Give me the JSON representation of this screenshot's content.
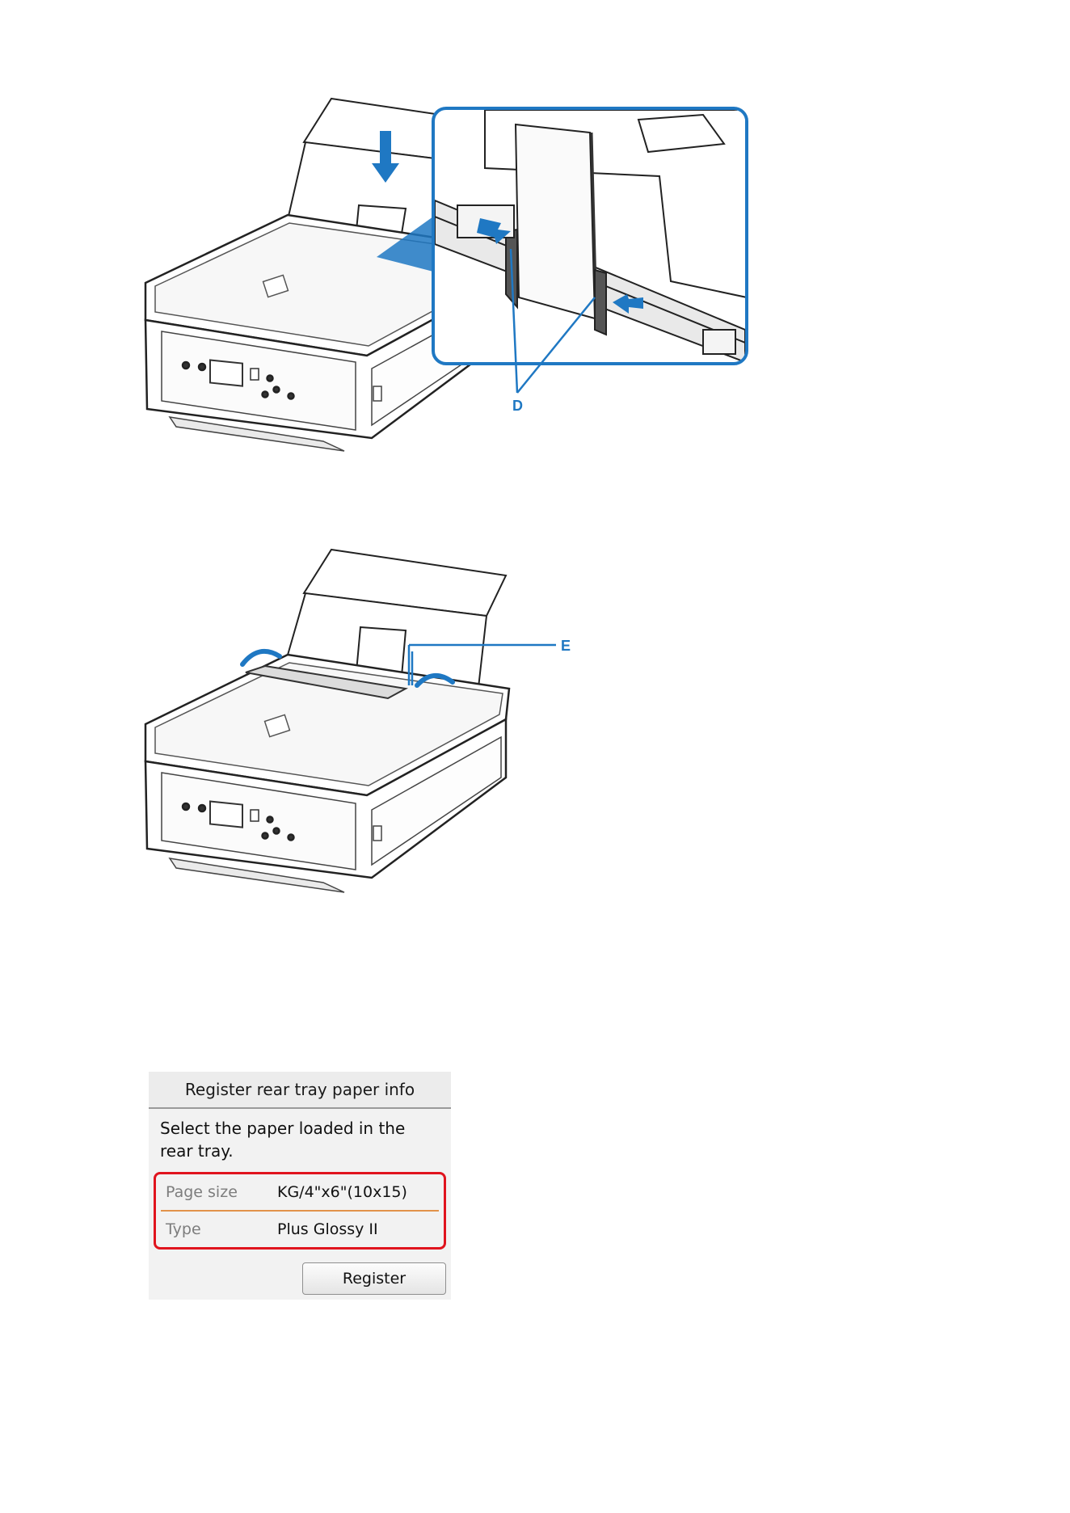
{
  "figure1": {
    "callout_label": "D"
  },
  "figure2": {
    "callout_label": "E"
  },
  "dialog": {
    "title": "Register rear tray paper info",
    "message": "Select the paper loaded in the rear tray.",
    "settings": [
      {
        "label": "Page size",
        "value": "KG/4\"x6\"(10x15)"
      },
      {
        "label": "Type",
        "value": "Plus Glossy II"
      }
    ],
    "register_label": "Register"
  },
  "colors": {
    "accent_blue": "#1f78c3",
    "highlight_red": "#e0141e",
    "divider_orange": "#e2924a"
  }
}
